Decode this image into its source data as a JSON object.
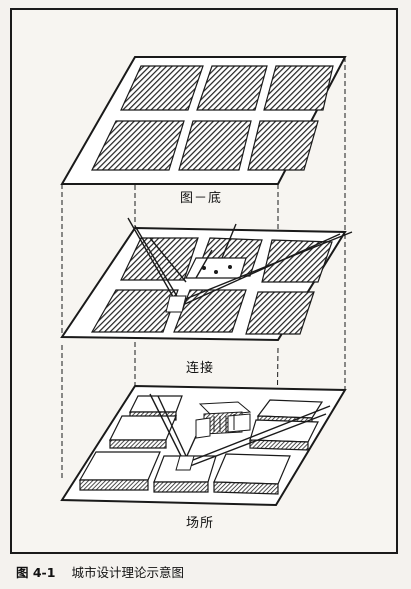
{
  "layers": [
    {
      "id": "figure-ground",
      "label": "图－底"
    },
    {
      "id": "linkage",
      "label": "连接"
    },
    {
      "id": "place",
      "label": "场所"
    }
  ],
  "caption": {
    "figure_number": "图 4-1",
    "title": "城市设计理论示意图"
  },
  "colors": {
    "ink": "#1a1a1a",
    "paper": "#f7f5f1",
    "hatch": "#222222"
  }
}
